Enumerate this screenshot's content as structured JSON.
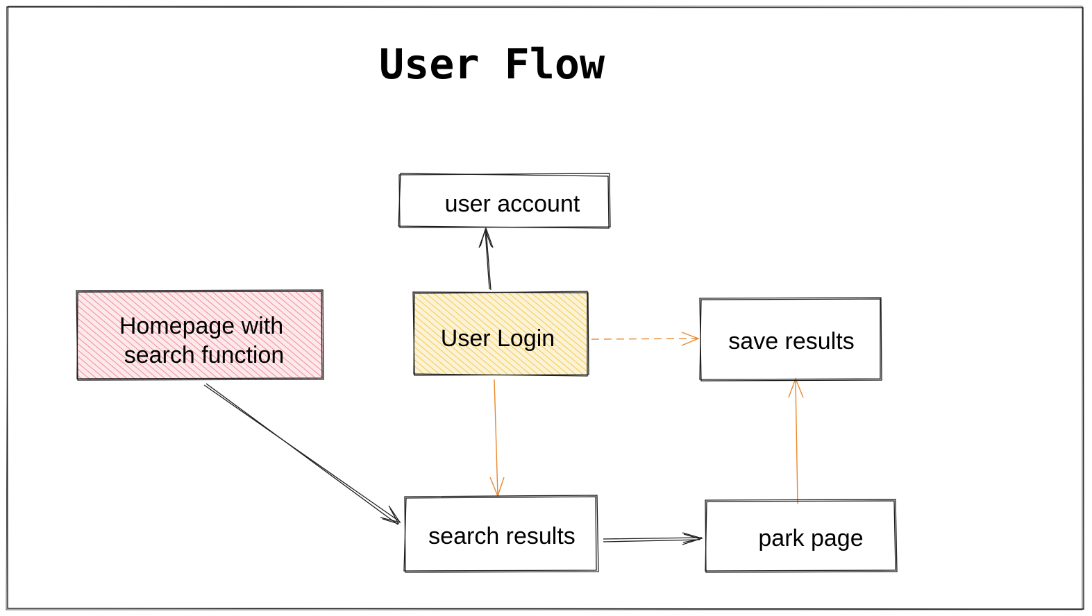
{
  "diagram": {
    "title": "User Flow",
    "colors": {
      "stroke": "#1e1e1e",
      "orange_edge": "#e8872b",
      "homepage_fill": "#f08c95",
      "login_fill": "#f2c94c",
      "background": "#ffffff"
    },
    "nodes": {
      "user_account": {
        "label": "user account"
      },
      "homepage": {
        "line1": "Homepage with",
        "line2": "search function"
      },
      "user_login": {
        "label": "User Login"
      },
      "save_results": {
        "label": "save results"
      },
      "search_results": {
        "label": "search results"
      },
      "park_page": {
        "label": "park page"
      }
    },
    "edges": [
      {
        "from": "User Login",
        "to": "user account",
        "style": "solid",
        "color": "black"
      },
      {
        "from": "User Login",
        "to": "save results",
        "style": "dashed",
        "color": "orange"
      },
      {
        "from": "User Login",
        "to": "search results",
        "style": "solid",
        "color": "orange"
      },
      {
        "from": "Homepage with search function",
        "to": "search results",
        "style": "solid",
        "color": "black"
      },
      {
        "from": "search results",
        "to": "park page",
        "style": "solid",
        "color": "black"
      },
      {
        "from": "park page",
        "to": "save results",
        "style": "solid",
        "color": "orange"
      }
    ]
  }
}
